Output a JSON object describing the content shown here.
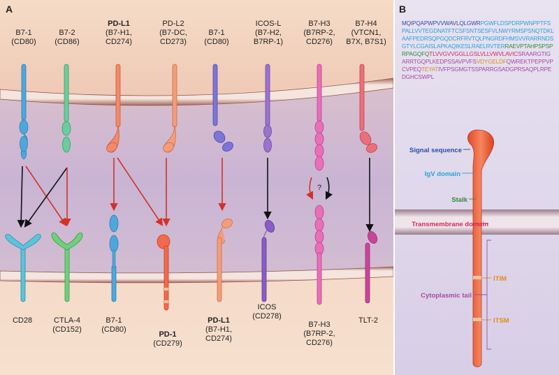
{
  "panel_a": {
    "letter": "A",
    "ligands": [
      {
        "lines": [
          "B7-1",
          "(CD80)"
        ],
        "bold_first": false
      },
      {
        "lines": [
          "B7-2",
          "(CD86)"
        ],
        "bold_first": false
      },
      {
        "lines": [
          "PD-L1",
          "(B7-H1,",
          "CD274)"
        ],
        "bold_first": true
      },
      {
        "lines": [
          "PD-L2",
          "(B7-DC,",
          "CD273)"
        ],
        "bold_first": false
      },
      {
        "lines": [
          "B7-1",
          "(CD80)"
        ],
        "bold_first": false
      },
      {
        "lines": [
          "ICOS-L",
          "(B7-H2,",
          "B7RP-1)"
        ],
        "bold_first": false
      },
      {
        "lines": [
          "B7-H3",
          "(B7RP-2,",
          "CD276)"
        ],
        "bold_first": false
      },
      {
        "lines": [
          "B7-H4",
          "(VTCN1,",
          "B7X, B7S1)"
        ],
        "bold_first": false
      }
    ],
    "receptors": [
      {
        "lines": [
          "CD28"
        ],
        "bold_first": false
      },
      {
        "lines": [
          "CTLA-4",
          "(CD152)"
        ],
        "bold_first": false
      },
      {
        "lines": [
          "B7-1",
          "(CD80)"
        ],
        "bold_first": false
      },
      {
        "lines": [
          "PD-1",
          "(CD279)"
        ],
        "bold_first": true
      },
      {
        "lines": [
          "PD-L1",
          "(B7-H1,",
          "CD274)"
        ],
        "bold_first": true
      },
      {
        "lines": [
          "ICOS",
          "(CD278)"
        ],
        "bold_first": false
      },
      {
        "lines": [
          "B7-H3",
          "(B7RP-2,",
          "CD276)"
        ],
        "bold_first": false
      },
      {
        "lines": [
          "TLT-2"
        ],
        "bold_first": false
      }
    ],
    "unknown_mark": "?"
  },
  "panel_b": {
    "letter": "B",
    "sequence": [
      {
        "text": "MQIPQAPWPVVWAVLQLGWR",
        "color": "#2b4ea3"
      },
      {
        "text": "PGWFLDSPDRPWNPPTFSPALLVVTEGDNATFTCSFSNTSESFVLNWYRMSPSNQTDKLAAFPEDRSQPGQDCRFRVTQLPNGRDFHMSVVRARRNDSGTYLCGAISLAPKAQIKESLRAELRVTER",
        "color": "#29a3d6"
      },
      {
        "text": "RAEVPTAHPSPSPRPAGQFQ",
        "color": "#2e8b3c"
      },
      {
        "text": "TLVVGVVGGLLGSLVLLVWVLAVIC",
        "color": "#d02c5c"
      },
      {
        "text": "SRAARGTIGARRTGQPLKEDPSSAVPVFS",
        "color": "#a64a9e"
      },
      {
        "text": "VDYGELDF",
        "color": "#e08a1e"
      },
      {
        "text": "QWREKTPEPPVPCVPEQ",
        "color": "#a64a9e"
      },
      {
        "text": "TEYAT",
        "color": "#e08a1e"
      },
      {
        "text": "IVFPSGMGTSSPARRGSADGPRSAQPLRPEDGHCSWPL",
        "color": "#a64a9e"
      }
    ],
    "labels": {
      "signal": "Signal sequence",
      "igv": "IgV domain",
      "stalk": "Stalk",
      "tm": "Transmembrane domain",
      "tail": "Cytoplasmic tail",
      "itim": "ITIM",
      "itsm": "ITSM"
    },
    "colors": {
      "signal": "#2b4ea3",
      "igv": "#29a3d6",
      "stalk": "#2e8b3c",
      "tm": "#d02c5c",
      "tail": "#a64a9e",
      "motif": "#e08a1e"
    }
  }
}
